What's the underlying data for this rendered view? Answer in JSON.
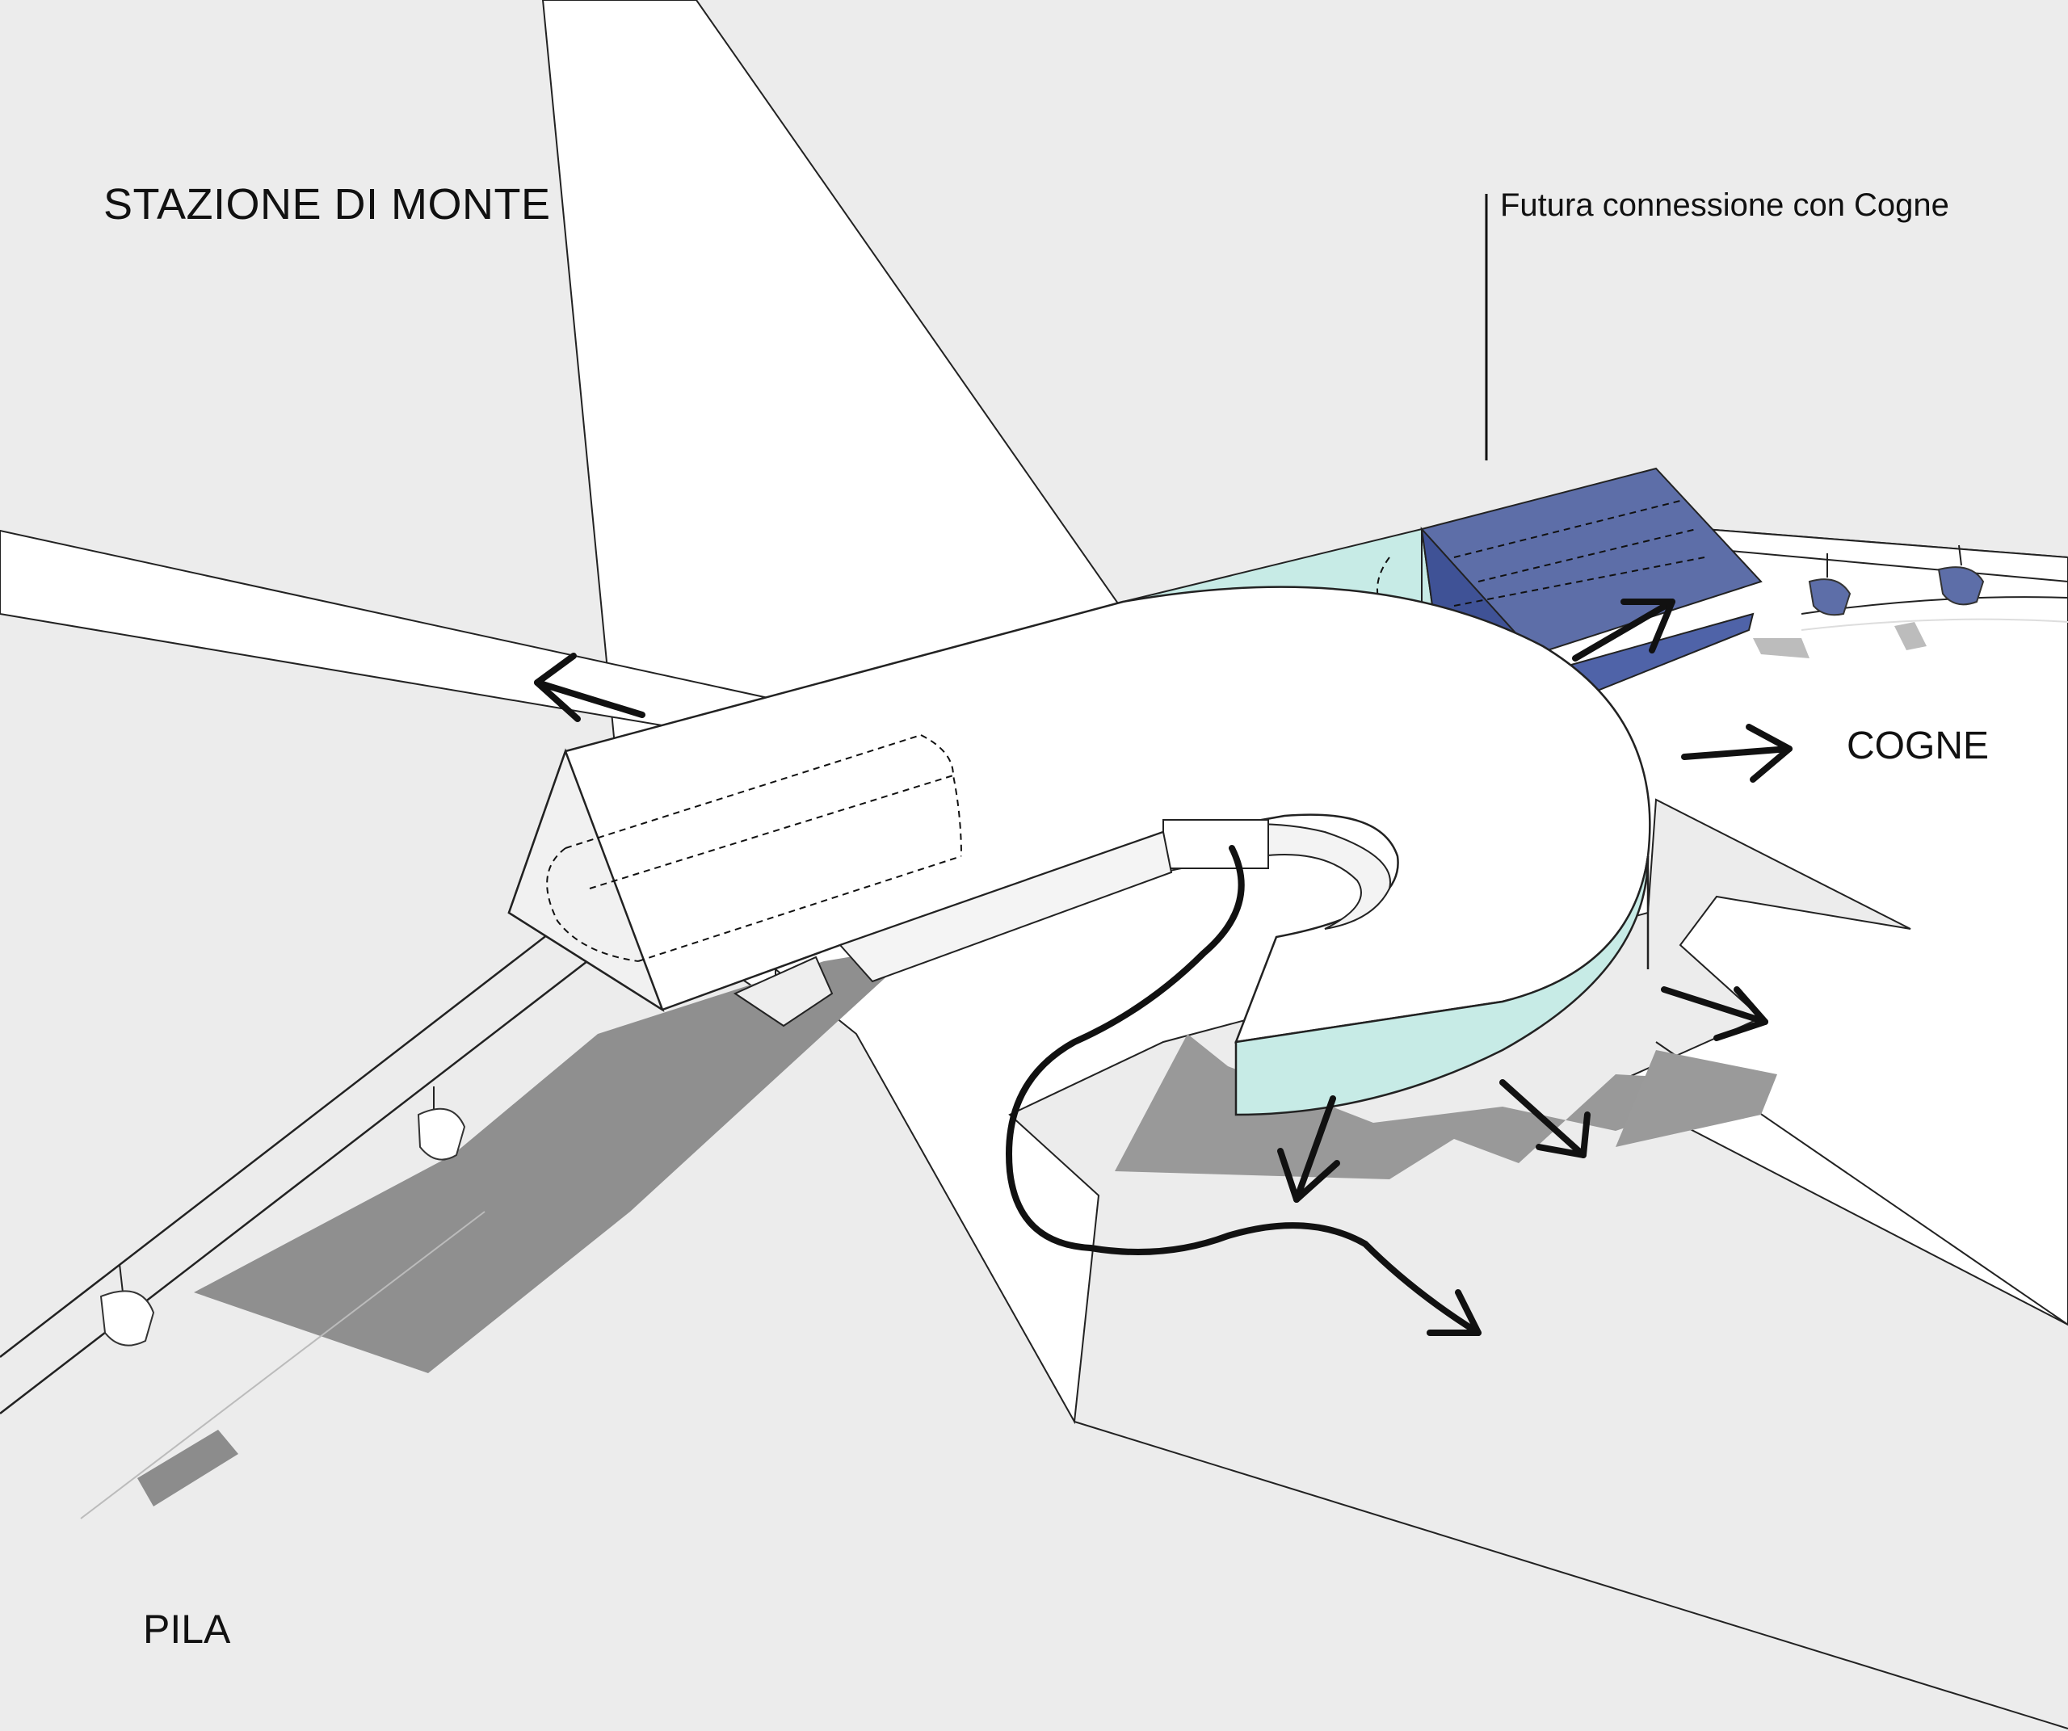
{
  "labels": {
    "title": "STAZIONE DI MONTE",
    "future_connection": "Futura connessione con Cogne",
    "cogne": "COGNE",
    "pila": "PILA"
  },
  "colors": {
    "background": "#ececec",
    "white_plaza": "#ffffff",
    "building_white": "#ffffff",
    "glass_cyan": "#c7ebe6",
    "future_station_blue": "#5d6ea8",
    "shadow": "#8f8f8f",
    "arrow": "#111111"
  },
  "icons": {
    "gondola": "gondola-cabin-icon",
    "flow_arrow": "circulation-arrow-icon"
  }
}
